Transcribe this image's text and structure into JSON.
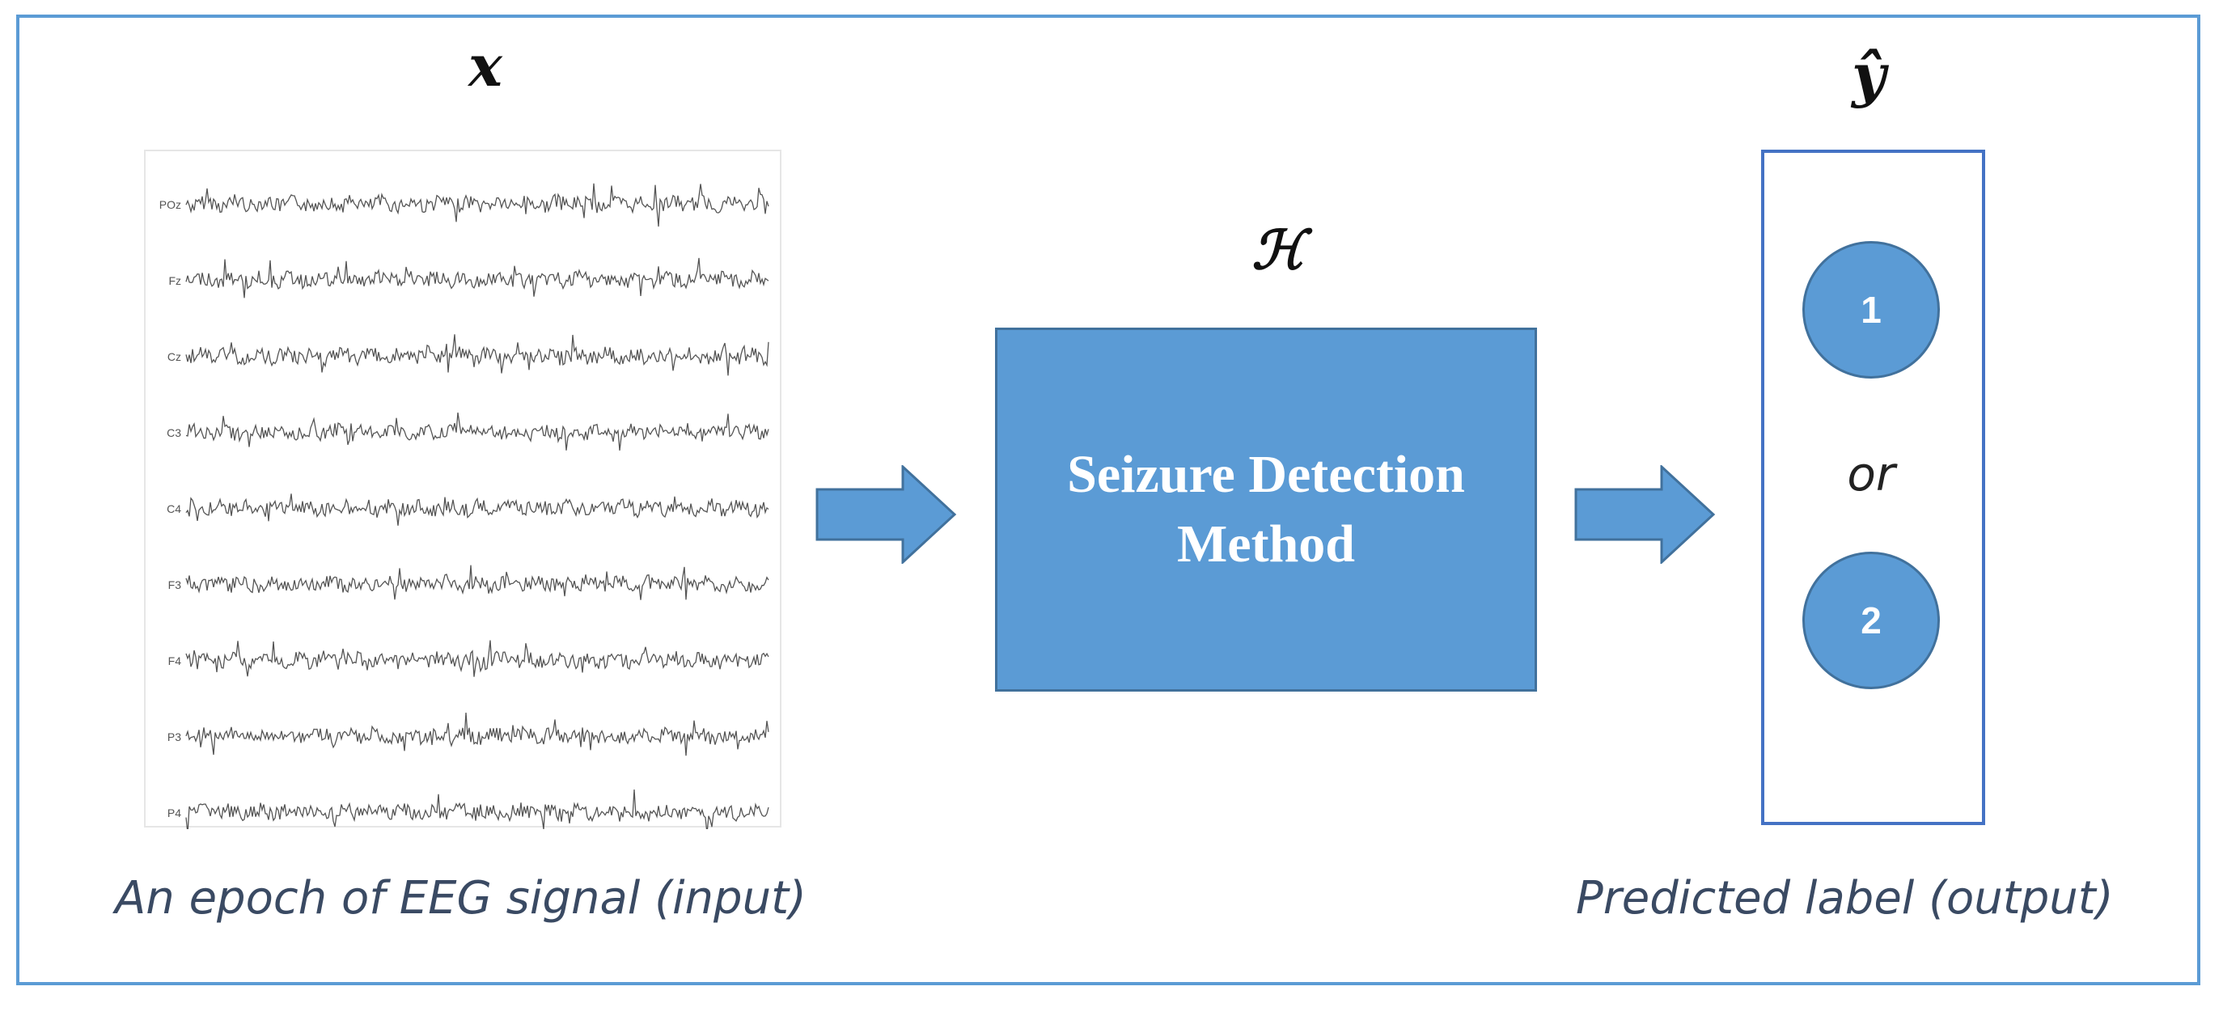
{
  "symbols": {
    "input": "x",
    "method": "ℋ",
    "output": "ŷ"
  },
  "eeg": {
    "channels": [
      "POz",
      "Fz",
      "Cz",
      "C3",
      "C4",
      "F3",
      "F4",
      "P3",
      "P4"
    ]
  },
  "method": {
    "line1": "Seizure Detection",
    "line2": "Method"
  },
  "output": {
    "option1": "1",
    "separator": "or",
    "option2": "2"
  },
  "captions": {
    "input": "An epoch of EEG signal (input)",
    "output": "Predicted label (output)"
  },
  "colors": {
    "accent": "#5b9bd5",
    "accent_border": "#41719c",
    "frame": "#5b9bd5",
    "output_box": "#4472c4",
    "caption": "#3a4a63"
  }
}
